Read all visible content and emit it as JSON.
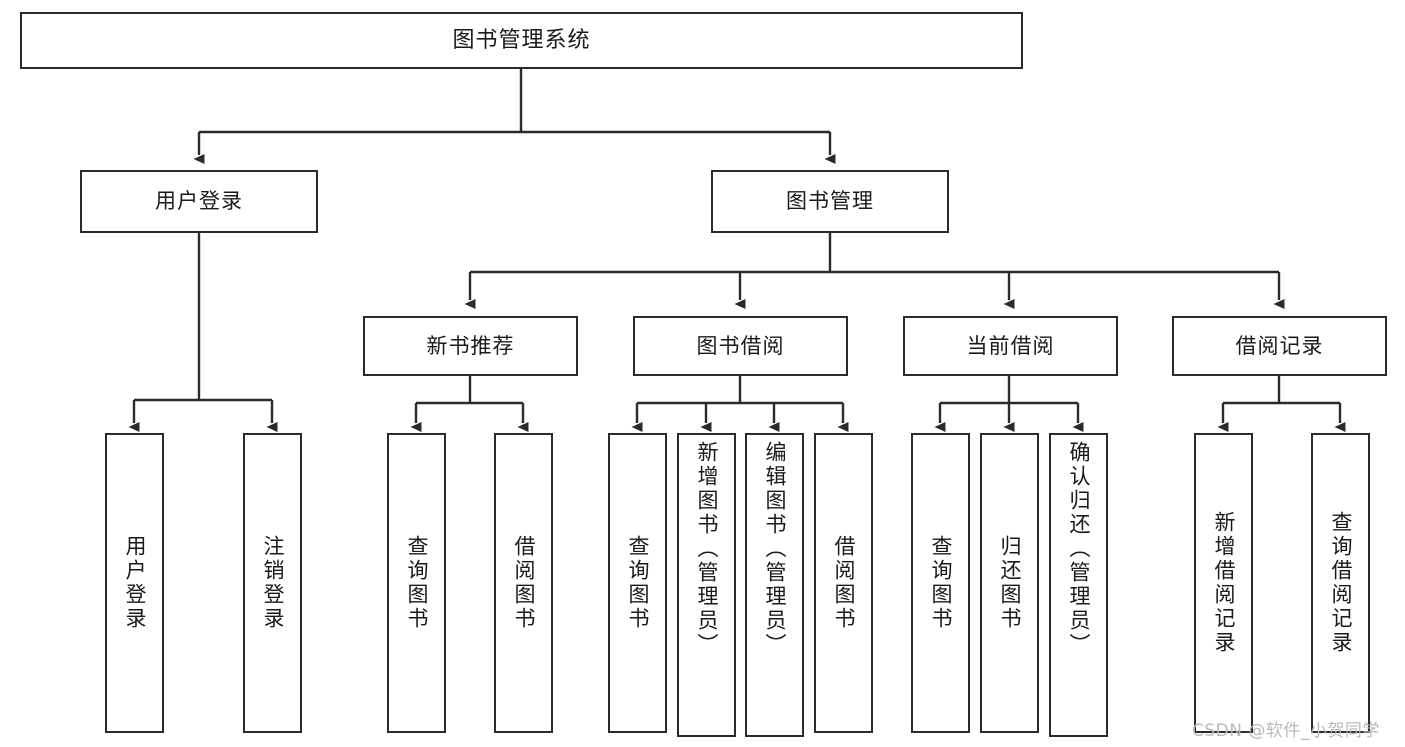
{
  "diagram": {
    "type": "tree",
    "title": "图书管理系统",
    "orientation": "top-down",
    "colors": {
      "node_border": "#2b2b2b",
      "node_fill": "#ffffff",
      "edge": "#2b2b2b",
      "text": "#1a1a1a",
      "watermark": "#b9b9b9",
      "background": "#ffffff"
    },
    "root": {
      "label": "图书管理系统"
    },
    "level2": [
      {
        "label": "用户登录"
      },
      {
        "label": "图书管理"
      }
    ],
    "level3": [
      {
        "label": "新书推荐"
      },
      {
        "label": "图书借阅"
      },
      {
        "label": "当前借阅"
      },
      {
        "label": "借阅记录"
      }
    ],
    "leaves": {
      "user_login": [
        {
          "label": "用户登录"
        },
        {
          "label": "注销登录"
        }
      ],
      "new_book_recommend": [
        {
          "label": "查询图书"
        },
        {
          "label": "借阅图书"
        }
      ],
      "book_borrow": [
        {
          "label": "查询图书"
        },
        {
          "label": "新增图书（管理员）"
        },
        {
          "label": "编辑图书（管理员）"
        },
        {
          "label": "借阅图书"
        }
      ],
      "current_borrow": [
        {
          "label": "查询图书"
        },
        {
          "label": "归还图书"
        },
        {
          "label": "确认归还（管理员）"
        }
      ],
      "borrow_record": [
        {
          "label": "新增借阅记录"
        },
        {
          "label": "查询借阅记录"
        }
      ]
    }
  },
  "watermark": {
    "text": "CSDN @软件_小贺同学"
  }
}
